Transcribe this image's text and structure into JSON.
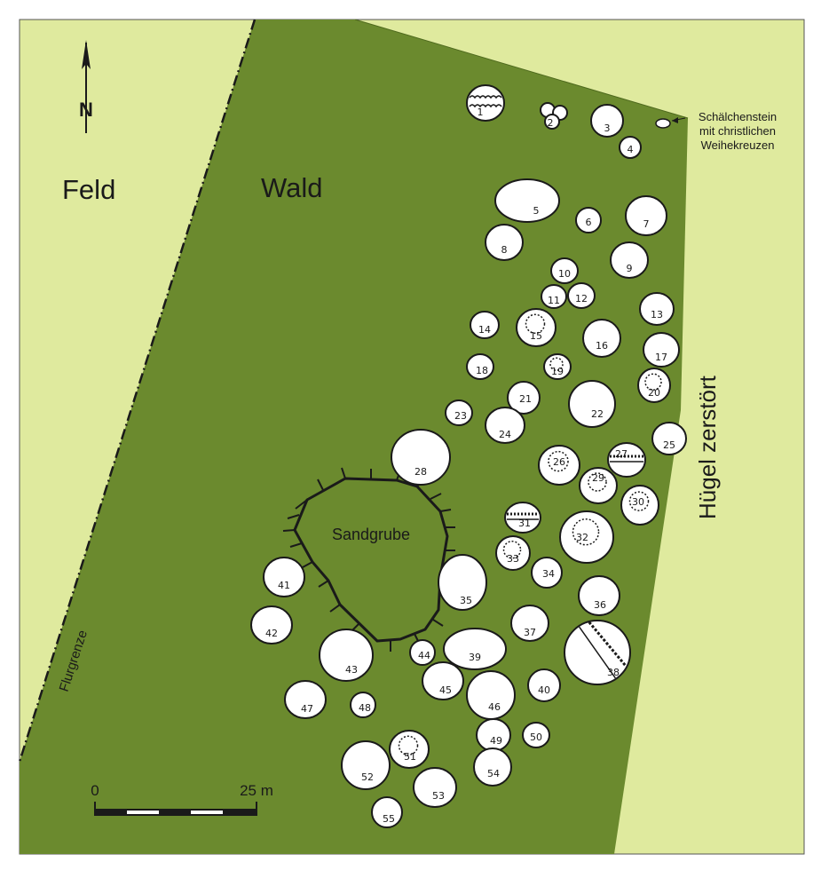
{
  "labels": {
    "field": "Feld",
    "forest": "Wald",
    "sand_pit": "Sandgrube",
    "destroyed_mound": "Hügel zerstört",
    "boundary": "Flurgrenze",
    "cup_stone_line1": "Schälchenstein",
    "cup_stone_line2": "mit christlichen",
    "cup_stone_line3": "Weihekreuzen",
    "north": "N"
  },
  "scale_bar": {
    "start_label": "0",
    "end_label": "25 m"
  },
  "colors": {
    "field": "#dfea9e",
    "forest": "#6b8a2e",
    "mound_fill": "#ffffff",
    "outline": "#1a1a1a"
  },
  "mounds": [
    {
      "num": "1"
    },
    {
      "num": "2"
    },
    {
      "num": "3"
    },
    {
      "num": "4"
    },
    {
      "num": "5"
    },
    {
      "num": "6"
    },
    {
      "num": "7"
    },
    {
      "num": "8"
    },
    {
      "num": "9"
    },
    {
      "num": "10"
    },
    {
      "num": "11"
    },
    {
      "num": "12"
    },
    {
      "num": "13"
    },
    {
      "num": "14"
    },
    {
      "num": "15"
    },
    {
      "num": "16"
    },
    {
      "num": "17"
    },
    {
      "num": "18"
    },
    {
      "num": "19"
    },
    {
      "num": "20"
    },
    {
      "num": "21"
    },
    {
      "num": "22"
    },
    {
      "num": "23"
    },
    {
      "num": "24"
    },
    {
      "num": "25"
    },
    {
      "num": "26"
    },
    {
      "num": "27"
    },
    {
      "num": "28"
    },
    {
      "num": "29"
    },
    {
      "num": "30"
    },
    {
      "num": "31"
    },
    {
      "num": "32"
    },
    {
      "num": "33"
    },
    {
      "num": "34"
    },
    {
      "num": "35"
    },
    {
      "num": "36"
    },
    {
      "num": "37"
    },
    {
      "num": "38"
    },
    {
      "num": "39"
    },
    {
      "num": "40"
    },
    {
      "num": "41"
    },
    {
      "num": "42"
    },
    {
      "num": "43"
    },
    {
      "num": "44"
    },
    {
      "num": "45"
    },
    {
      "num": "46"
    },
    {
      "num": "47"
    },
    {
      "num": "48"
    },
    {
      "num": "49"
    },
    {
      "num": "50"
    },
    {
      "num": "51"
    },
    {
      "num": "52"
    },
    {
      "num": "53"
    },
    {
      "num": "54"
    },
    {
      "num": "55"
    }
  ]
}
